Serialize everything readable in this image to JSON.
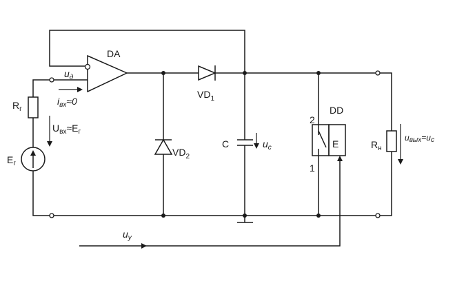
{
  "diagram": {
    "type": "circuit-schematic",
    "description": "Sample-and-hold / peak detector circuit with op-amp, diodes, capacitor, analog switch and load",
    "components": {
      "opamp": {
        "label": "DA"
      },
      "diode1": {
        "label": "VD",
        "sub": "1"
      },
      "diode2": {
        "label": "VD",
        "sub": "2"
      },
      "capacitor": {
        "label": "C"
      },
      "switch": {
        "label": "DD",
        "pin_top": "2",
        "pin_bottom": "1",
        "enable": "E"
      },
      "source_resistor": {
        "label": "R",
        "sub": "г"
      },
      "source": {
        "label": "E",
        "sub": "г"
      },
      "load_resistor": {
        "label": "R",
        "sub": "н"
      }
    },
    "annotations": {
      "u_d": {
        "main": "u",
        "sub": "д"
      },
      "i_in": {
        "main": "i",
        "sub": "вх",
        "tail": "≈0"
      },
      "u_in": {
        "main": "U",
        "sub": "вх",
        "mid": "≈E",
        "sub2": "г"
      },
      "u_c": {
        "main": "u",
        "sub": "c"
      },
      "u_out": {
        "main": "u",
        "sub": "вых",
        "mid": "=u",
        "sub2": "c"
      },
      "u_y": {
        "main": "u",
        "sub": "y"
      }
    }
  }
}
